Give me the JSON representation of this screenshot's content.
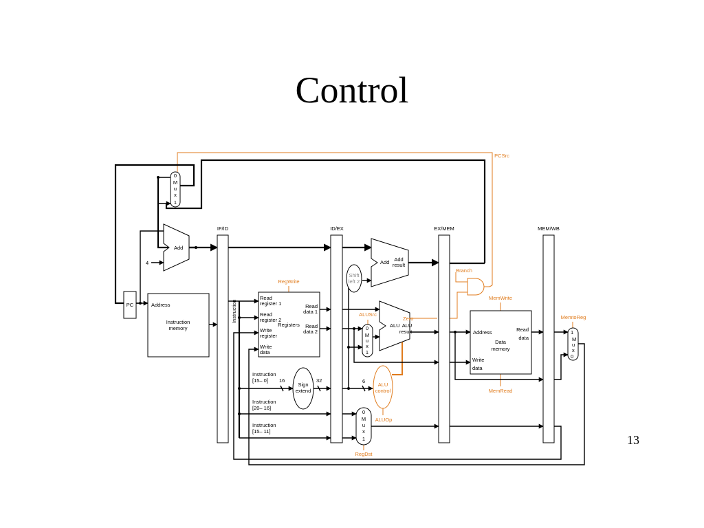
{
  "slide": {
    "title": "Control",
    "page_number": "13"
  },
  "pipeline_registers": {
    "if_id": "IF/ID",
    "id_ex": "ID/EX",
    "ex_mem": "EX/MEM",
    "mem_wb": "MEM/WB"
  },
  "components": {
    "pc": "PC",
    "add_pc": "Add",
    "const_four": "4",
    "instr_mem_address": "Address",
    "instr_mem_label_1": "Instruction",
    "instr_mem_label_2": "memory",
    "instruction_bus": "Instruction",
    "regs_read_reg1_1": "Read",
    "regs_read_reg1_2": "register 1",
    "regs_read_reg2_1": "Read",
    "regs_read_reg2_2": "register 2",
    "regs_write_reg_1": "Write",
    "regs_write_reg_2": "register",
    "regs_write_data_1": "Write",
    "regs_write_data_2": "data",
    "regs_read_data1_1": "Read",
    "regs_read_data1_2": "data 1",
    "regs_read_data2_1": "Read",
    "regs_read_data2_2": "data 2",
    "regs_name": "Registers",
    "sign_extend_1": "Sign",
    "sign_extend_2": "extend",
    "bits_16": "16",
    "bits_32": "32",
    "bits_6": "6",
    "instr_15_0_a": "Instruction",
    "instr_15_0_b": "[15– 0]",
    "instr_20_16_a": "Instruction",
    "instr_20_16_b": "[20– 16]",
    "instr_15_11_a": "Instruction",
    "instr_15_11_b": "[15– 11]",
    "shift_left_1": "Shift",
    "shift_left_2": "left 2",
    "add_branch": "Add",
    "add_result_1": "Add",
    "add_result_2": "result",
    "alu": "ALU",
    "alu_result_1": "ALU",
    "alu_result_2": "result",
    "zero": "Zero",
    "alu_control_1": "ALU",
    "alu_control_2": "control",
    "data_mem_address": "Address",
    "data_mem_read_1": "Read",
    "data_mem_read_2": "data",
    "data_mem_label_1": "Data",
    "data_mem_label_2": "memory",
    "data_mem_write_1": "Write",
    "data_mem_write_2": "data",
    "mux_pc": [
      "0",
      "M",
      "u",
      "x",
      "1"
    ],
    "mux_alusrc": [
      "0",
      "M",
      "u",
      "x",
      "1"
    ],
    "mux_regdst": [
      "0",
      "M",
      "u",
      "x",
      "1"
    ],
    "mux_memtoreg": [
      "1",
      "M",
      "u",
      "x",
      "0"
    ]
  },
  "control_signals": {
    "pcsrc": "PCSrc",
    "regwrite": "RegWrite",
    "branch": "Branch",
    "memwrite": "MemWrite",
    "memtoreg": "MemtoReg",
    "alusrc": "ALUSrc",
    "aluop": "ALUOp",
    "memread": "MemRead",
    "regdst": "RegDst"
  },
  "colors": {
    "control": "#e07b1c",
    "datapath": "#000000",
    "background": "#ffffff"
  }
}
